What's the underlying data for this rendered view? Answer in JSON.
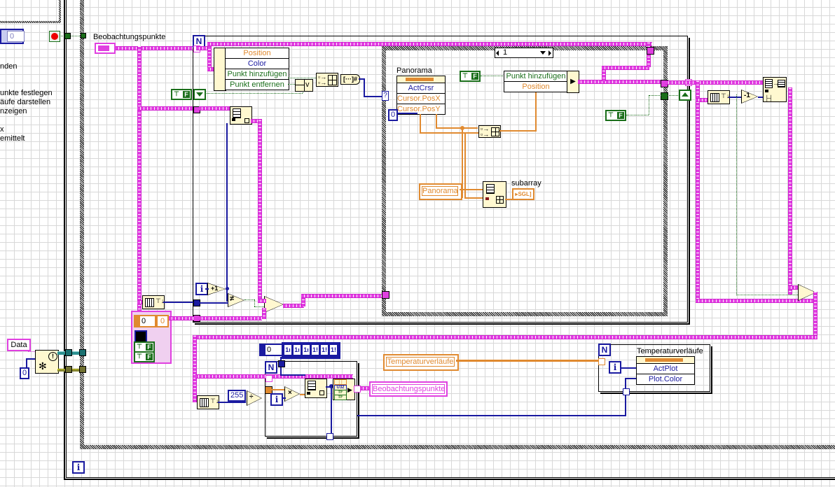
{
  "left_panel": {
    "numeric_value": "0",
    "text_lines": [
      "nden",
      "unkte festlegen",
      "äufe darstellen",
      "nzeigen",
      "x",
      "emittelt"
    ]
  },
  "labels": {
    "beobachtungspunkte": "Beobachtungspunkte",
    "panorama": "Panorama",
    "subarray": "subarray",
    "temperaturverlaeufe": "Temperaturverläufe"
  },
  "property_node_1": {
    "rows": [
      "Position",
      "Color",
      "Punkt hinzufügen",
      "Punkt entfernen"
    ]
  },
  "panorama_node": {
    "rows": [
      "ActCrsr",
      "Cursor.PosX",
      "Cursor.PosY"
    ]
  },
  "property_node_2": {
    "rows": [
      "Punkt hinzufügen",
      "Position"
    ]
  },
  "temperatur_node": {
    "rows": [
      "ActPlot",
      "Plot.Color"
    ]
  },
  "case_selector": {
    "value": "1"
  },
  "constants": {
    "zero_const_inner": "0",
    "data_label": "Data",
    "zero_const_data": "0",
    "cluster_index": "0",
    "cluster_value": "0",
    "const_255": "255",
    "array_index": "0",
    "array_items": [
      "1ı",
      "1ı",
      "1ı",
      "1!",
      "1!",
      "1!"
    ],
    "panorama_local": "Panorama",
    "temperatur_local": "Temperaturverläufe",
    "beob_local": "Beobachtungspunkte",
    "bool_label": "F",
    "subarray_type": "SGL",
    "minus_one": "-1",
    "plus_one": "+1",
    "not_equal": "≠",
    "multiply": "×",
    "divide": "÷",
    "or_label": "v",
    "iter_symbol": "i",
    "count_symbol": "N",
    "case_unknown": "?",
    "indicator_types": [
      "U32",
      "TF",
      "TF"
    ]
  },
  "colors": {
    "pink_wire": "#e23ee2",
    "blue_wire": "#1a1aa0",
    "orange_wire": "#e08a30",
    "green_wire": "#1a6e1a",
    "node_bg": "#fff8d0"
  }
}
